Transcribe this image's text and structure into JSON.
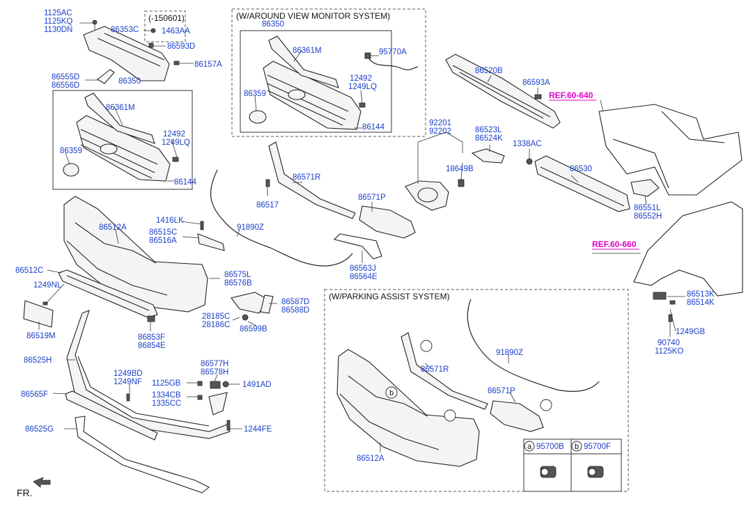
{
  "sections": {
    "avm_header": "(W/AROUND VIEW MONITOR SYSTEM)",
    "pas_header": "(W/PARKING ASSIST SYSTEM)",
    "date_range": "(-150601)",
    "direction": "FR."
  },
  "references": [
    "REF.60-640",
    "REF.60-660"
  ],
  "legend": [
    {
      "marker": "a",
      "part": "95700B"
    },
    {
      "marker": "b",
      "part": "95700F"
    }
  ],
  "labels": [
    "1125AC",
    "1125KQ",
    "1130DN",
    "86353C",
    "1463AA",
    "86593D",
    "86157A",
    "86555D",
    "86556D",
    "86350",
    "86361M",
    "12492",
    "1249LQ",
    "86359",
    "86144",
    "86350",
    "86361M",
    "95770A",
    "12492",
    "1249LQ",
    "86359",
    "86144",
    "86520B",
    "86593A",
    "92201",
    "92202",
    "86523L",
    "86524K",
    "18649B",
    "1338AC",
    "86530",
    "86551L",
    "86552H",
    "86571R",
    "86517",
    "86571P",
    "91890Z",
    "86563J",
    "86564E",
    "1416LK",
    "86515C",
    "86516A",
    "86512A",
    "86512C",
    "86575L",
    "86576B",
    "1249NL",
    "86519M",
    "28185C",
    "28186C",
    "86599B",
    "86587D",
    "86588D",
    "86853F",
    "86854E",
    "86525H",
    "1249BD",
    "1249NF",
    "86577H",
    "86578H",
    "1125GB",
    "1491AD",
    "86565F",
    "1334CB",
    "1335CC",
    "86525G",
    "1244FE",
    "86513K",
    "86514K",
    "1249GB",
    "90740",
    "1125KO",
    "91890Z",
    "86571R",
    "86571P",
    "86512A",
    "a",
    "a",
    "b",
    "b"
  ]
}
